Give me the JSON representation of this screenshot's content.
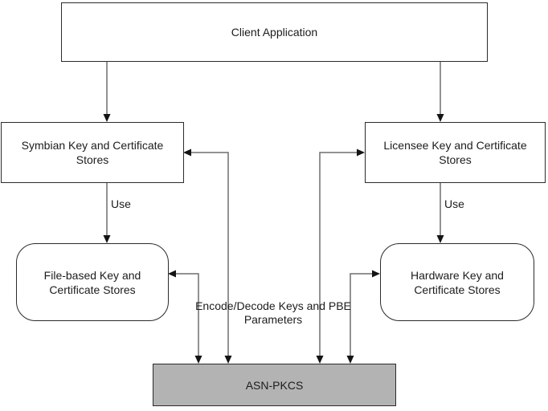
{
  "diagram": {
    "nodes": {
      "client_app": {
        "label": "Client Application"
      },
      "symbian_stores": {
        "label": "Symbian Key and Certificate Stores"
      },
      "licensee_stores": {
        "label": "Licensee Key and Certificate Stores"
      },
      "file_stores": {
        "label": "File-based Key and Certificate Stores"
      },
      "hardware_stores": {
        "label": "Hardware Key and Certificate Stores"
      },
      "asn_pkcs": {
        "label": "ASN-PKCS"
      }
    },
    "edge_labels": {
      "use_left": "Use",
      "use_right": "Use",
      "encode_decode": "Encode/Decode Keys and PBE Parameters"
    },
    "colors": {
      "background": "#ffffff",
      "box_border": "#2b2b2b",
      "box_fill": "#ffffff",
      "asn_pkcs_fill": "#b3b3b3",
      "connector_line": "#6e6e6e",
      "arrowhead": "#141414",
      "text": "#1c1c1c"
    }
  }
}
